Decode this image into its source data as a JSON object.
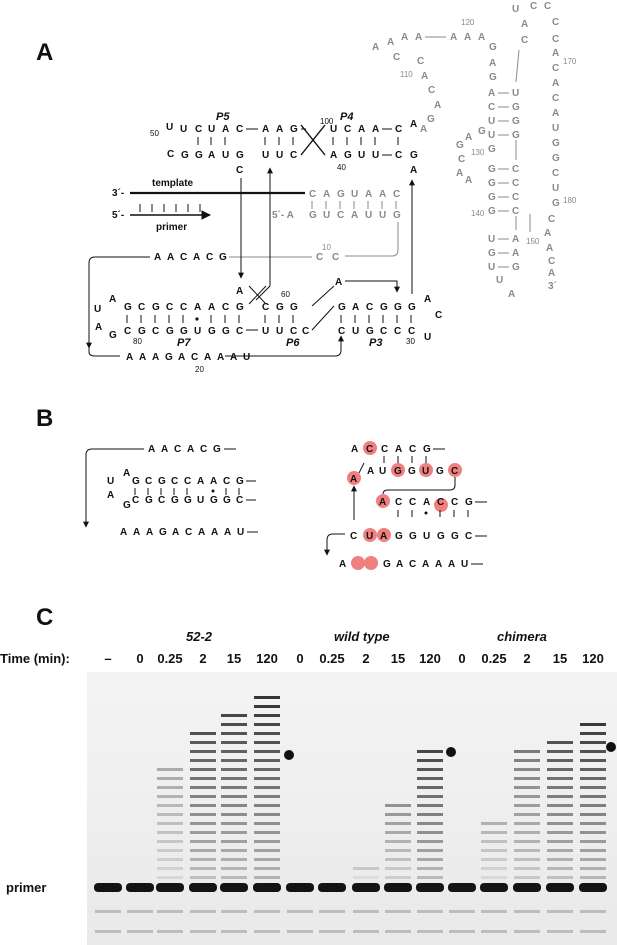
{
  "panels": {
    "a": "A",
    "b": "B",
    "c": "C"
  },
  "panel_a": {
    "helix_labels": {
      "p5": "P5",
      "p4": "P4",
      "p7": "P7",
      "p6": "P6",
      "p3": "P3"
    },
    "template_label": "template",
    "primer_label": "primer",
    "three_prime": "3´-",
    "five_prime": "5´-",
    "five_prime_a": "5´- A",
    "three_prime_tail": "3´",
    "numbers": {
      "n10": "10",
      "n20": "20",
      "n30": "30",
      "n40": "40",
      "n50": "50",
      "n60": "60",
      "n80": "80",
      "n100": "100",
      "n110": "110",
      "n120": "120",
      "n130": "130",
      "n140": "140",
      "n150": "150",
      "n170": "170",
      "n180": "180"
    },
    "template_seq": [
      "C",
      "A",
      "G",
      "U",
      "A",
      "A",
      "C"
    ],
    "template_paired": [
      "G",
      "U",
      "C",
      "A",
      "U",
      "U",
      "G"
    ]
  },
  "panel_c": {
    "time_label": "Time (min):",
    "groups": [
      "52-2",
      "wild type",
      "chimera"
    ],
    "lanes": [
      "–",
      "0",
      "0.25",
      "2",
      "15",
      "120",
      "0",
      "0.25",
      "2",
      "15",
      "120",
      "0",
      "0.25",
      "2",
      "15",
      "120"
    ],
    "primer_label": "primer"
  }
}
